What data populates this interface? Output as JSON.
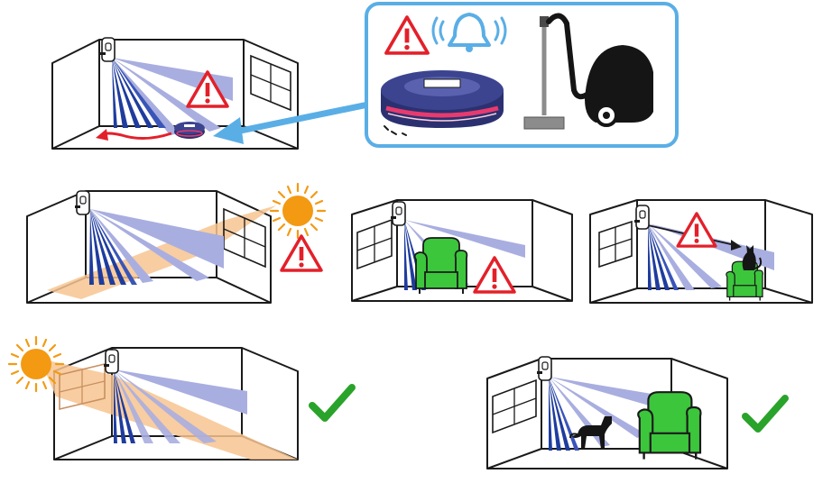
{
  "colors": {
    "beam_dark": "#1f3c9e",
    "beam_light": "#a9aee0",
    "warning_red": "#e3202a",
    "sun_orange": "#f39a12",
    "sunlight_band": "#f7c490",
    "armchair_green": "#3cc63c",
    "check_green": "#2aa32a",
    "callout_blue": "#5aaee6",
    "robot_navy": "#2b3170",
    "robot_pink": "#e83a6e",
    "vacuum_black": "#151515"
  },
  "scenes": [
    {
      "id": "robot-vacuum",
      "icons": [
        "motion-sensor-icon",
        "warning-icon",
        "robot-vacuum-icon",
        "alarm-bell-icon",
        "canister-vacuum-icon"
      ],
      "verdict": "warning"
    },
    {
      "id": "sun-through-window",
      "icons": [
        "motion-sensor-icon",
        "sun-icon",
        "warning-icon"
      ],
      "verdict": "warning"
    },
    {
      "id": "armchair-blocking",
      "icons": [
        "motion-sensor-icon",
        "armchair-icon",
        "warning-icon"
      ],
      "verdict": "warning"
    },
    {
      "id": "cat-on-armchair",
      "icons": [
        "motion-sensor-icon",
        "cat-icon",
        "armchair-icon",
        "warning-icon"
      ],
      "verdict": "warning"
    },
    {
      "id": "sun-behind-sensor",
      "icons": [
        "motion-sensor-icon",
        "sun-icon",
        "checkmark-icon"
      ],
      "verdict": "ok"
    },
    {
      "id": "dog-below-beams",
      "icons": [
        "motion-sensor-icon",
        "dog-icon",
        "armchair-icon",
        "checkmark-icon"
      ],
      "verdict": "ok"
    }
  ]
}
